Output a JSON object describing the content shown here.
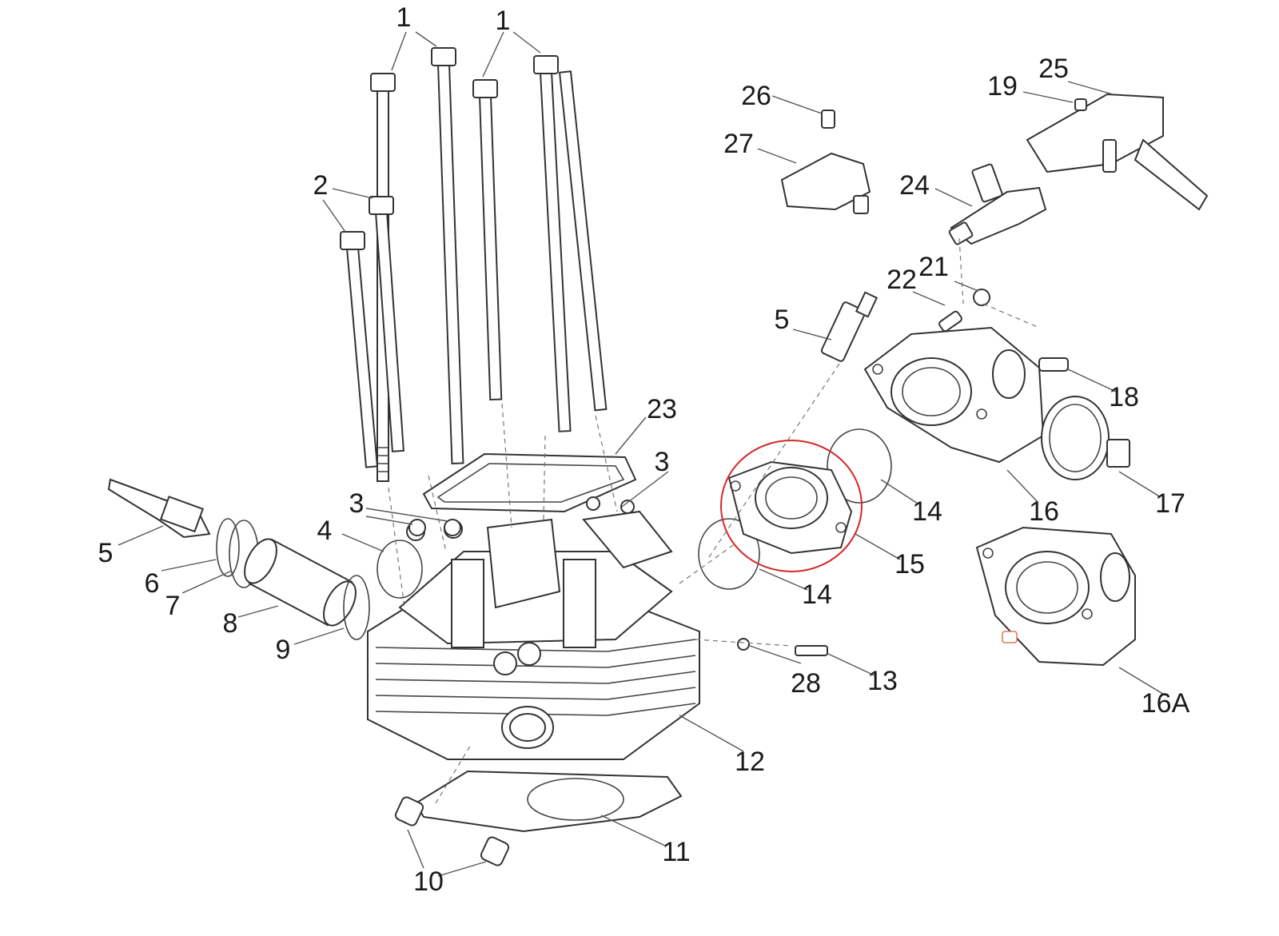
{
  "diagram": {
    "highlight_color": "#d62828",
    "line_color": "#333333",
    "callouts": [
      {
        "id": "c1a",
        "text": "1"
      },
      {
        "id": "c1b",
        "text": "1"
      },
      {
        "id": "c2",
        "text": "2"
      },
      {
        "id": "c3a",
        "text": "3"
      },
      {
        "id": "c3b",
        "text": "3"
      },
      {
        "id": "c4",
        "text": "4"
      },
      {
        "id": "c5a",
        "text": "5"
      },
      {
        "id": "c5b",
        "text": "5"
      },
      {
        "id": "c6",
        "text": "6"
      },
      {
        "id": "c7",
        "text": "7"
      },
      {
        "id": "c8",
        "text": "8"
      },
      {
        "id": "c9",
        "text": "9"
      },
      {
        "id": "c10",
        "text": "10"
      },
      {
        "id": "c11",
        "text": "11"
      },
      {
        "id": "c12",
        "text": "12"
      },
      {
        "id": "c13",
        "text": "13"
      },
      {
        "id": "c14a",
        "text": "14"
      },
      {
        "id": "c14b",
        "text": "14"
      },
      {
        "id": "c15",
        "text": "15"
      },
      {
        "id": "c16",
        "text": "16"
      },
      {
        "id": "c16A",
        "text": "16A"
      },
      {
        "id": "c17",
        "text": "17"
      },
      {
        "id": "c18",
        "text": "18"
      },
      {
        "id": "c19",
        "text": "19"
      },
      {
        "id": "c21",
        "text": "21"
      },
      {
        "id": "c22",
        "text": "22"
      },
      {
        "id": "c23",
        "text": "23"
      },
      {
        "id": "c24",
        "text": "24"
      },
      {
        "id": "c25",
        "text": "25"
      },
      {
        "id": "c26",
        "text": "26"
      },
      {
        "id": "c27",
        "text": "27"
      },
      {
        "id": "c28",
        "text": "28"
      }
    ]
  }
}
